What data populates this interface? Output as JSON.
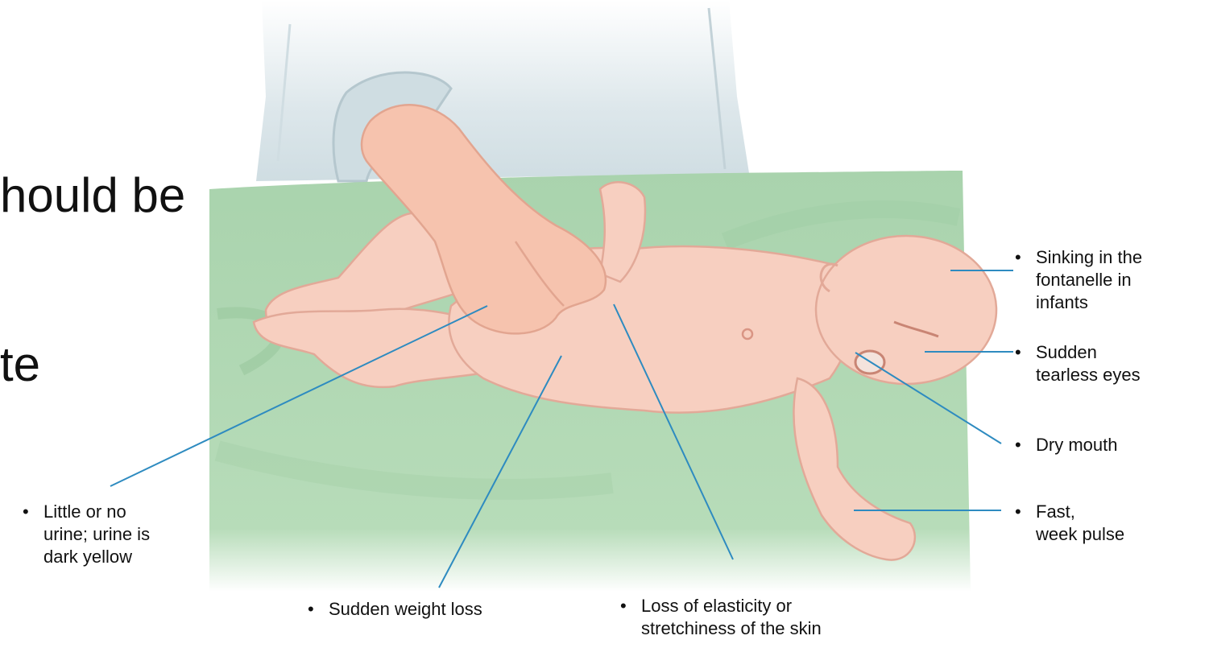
{
  "title": {
    "line1": "hould be",
    "line2": "te"
  },
  "labels": {
    "fontanelle": [
      "Sinking in the",
      "fontanelle in",
      "infants"
    ],
    "eyes": [
      "Sudden",
      "tearless eyes"
    ],
    "mouth": [
      "Dry mouth"
    ],
    "pulse": [
      "Fast,",
      "week pulse"
    ],
    "urine": [
      "Little or no",
      "urine; urine is",
      "dark yellow"
    ],
    "weight": [
      "Sudden weight loss"
    ],
    "skin": [
      "Loss of elasticity or",
      "stretchiness of the skin"
    ]
  },
  "bullet": "•",
  "colors": {
    "leader": "#2e8bc0",
    "blanket": "#b9dcbb",
    "skin": "#f7cfc0",
    "coat": "#e3ecef"
  }
}
